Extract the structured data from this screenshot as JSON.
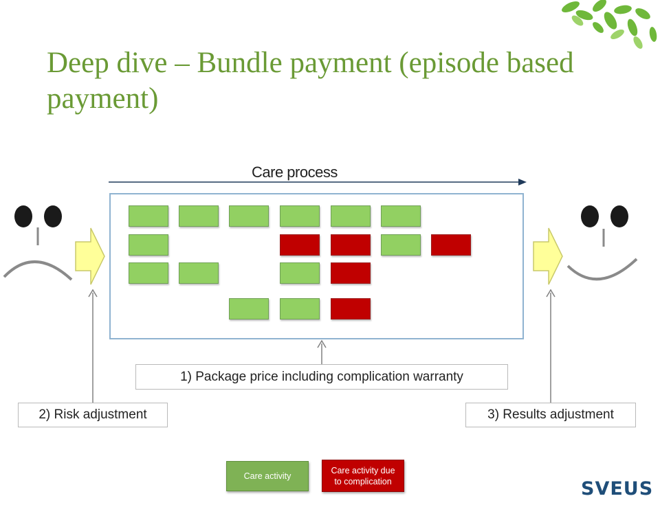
{
  "slide": {
    "title": "Deep dive – Bundle payment (episode based payment)",
    "logo_text": "SVEUS"
  },
  "diagram": {
    "care_process_label": "Care process",
    "callouts": {
      "package_price": "1) Package price including complication warranty",
      "risk_adjustment": "2) Risk adjustment",
      "results_adjustment": "3) Results adjustment"
    },
    "legend": {
      "care_activity": "Care activity",
      "complication_activity": "Care activity due to complication"
    },
    "blocks": [
      {
        "row": 1,
        "col": 1,
        "type": "care"
      },
      {
        "row": 1,
        "col": 2,
        "type": "care"
      },
      {
        "row": 1,
        "col": 3,
        "type": "care"
      },
      {
        "row": 1,
        "col": 4,
        "type": "care"
      },
      {
        "row": 1,
        "col": 5,
        "type": "care"
      },
      {
        "row": 1,
        "col": 6,
        "type": "care"
      },
      {
        "row": 2,
        "col": 1,
        "type": "care"
      },
      {
        "row": 2,
        "col": 4,
        "type": "complication"
      },
      {
        "row": 2,
        "col": 5,
        "type": "complication"
      },
      {
        "row": 2,
        "col": 6,
        "type": "care"
      },
      {
        "row": 2,
        "col": 7,
        "type": "complication"
      },
      {
        "row": 3,
        "col": 1,
        "type": "care"
      },
      {
        "row": 3,
        "col": 2,
        "type": "care"
      },
      {
        "row": 3,
        "col": 4,
        "type": "care"
      },
      {
        "row": 3,
        "col": 5,
        "type": "complication"
      },
      {
        "row": 4,
        "col": 3,
        "type": "care"
      },
      {
        "row": 4,
        "col": 4,
        "type": "care"
      },
      {
        "row": 4,
        "col": 5,
        "type": "complication"
      }
    ],
    "colors": {
      "title": "#6a9a35",
      "care": "#92d062",
      "complication": "#c00000",
      "process_border": "#8fb3d0",
      "logo": "#1f4e79"
    },
    "icons": [
      "sad-face-icon",
      "happy-face-icon",
      "right-arrow-icon",
      "leaves-decoration"
    ]
  }
}
